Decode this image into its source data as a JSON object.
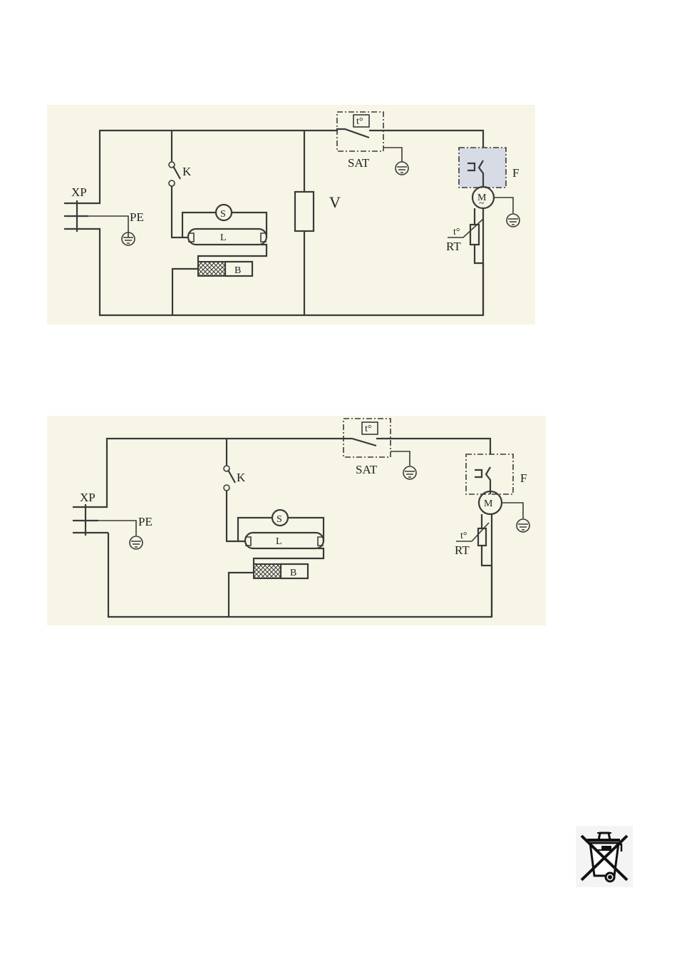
{
  "diagram_top": {
    "labels": {
      "xp": "XP",
      "pe": "PE",
      "k": "K",
      "s": "S",
      "l": "L",
      "b": "B",
      "v": "V",
      "sat": "SAT",
      "sat_t": "t°",
      "f": "F",
      "m": "M",
      "m_sub": "~",
      "rt_t": "t°",
      "rt": "RT"
    }
  },
  "diagram_bottom": {
    "labels": {
      "xp": "XP",
      "pe": "PE",
      "k": "K",
      "s": "S",
      "l": "L",
      "b": "B",
      "sat": "SAT",
      "sat_t": "t°",
      "f": "F",
      "m": "M",
      "rt_t": "t°",
      "rt": "RT"
    }
  },
  "colors": {
    "panel_bg": "#f6f5e6",
    "wire": "#3a3a3a",
    "thermal_fill": "#d6dbe6",
    "choke_hatch": "#3a3a3a"
  },
  "icons": {
    "disposal": "crossed-out-wheelie-bin-icon"
  }
}
